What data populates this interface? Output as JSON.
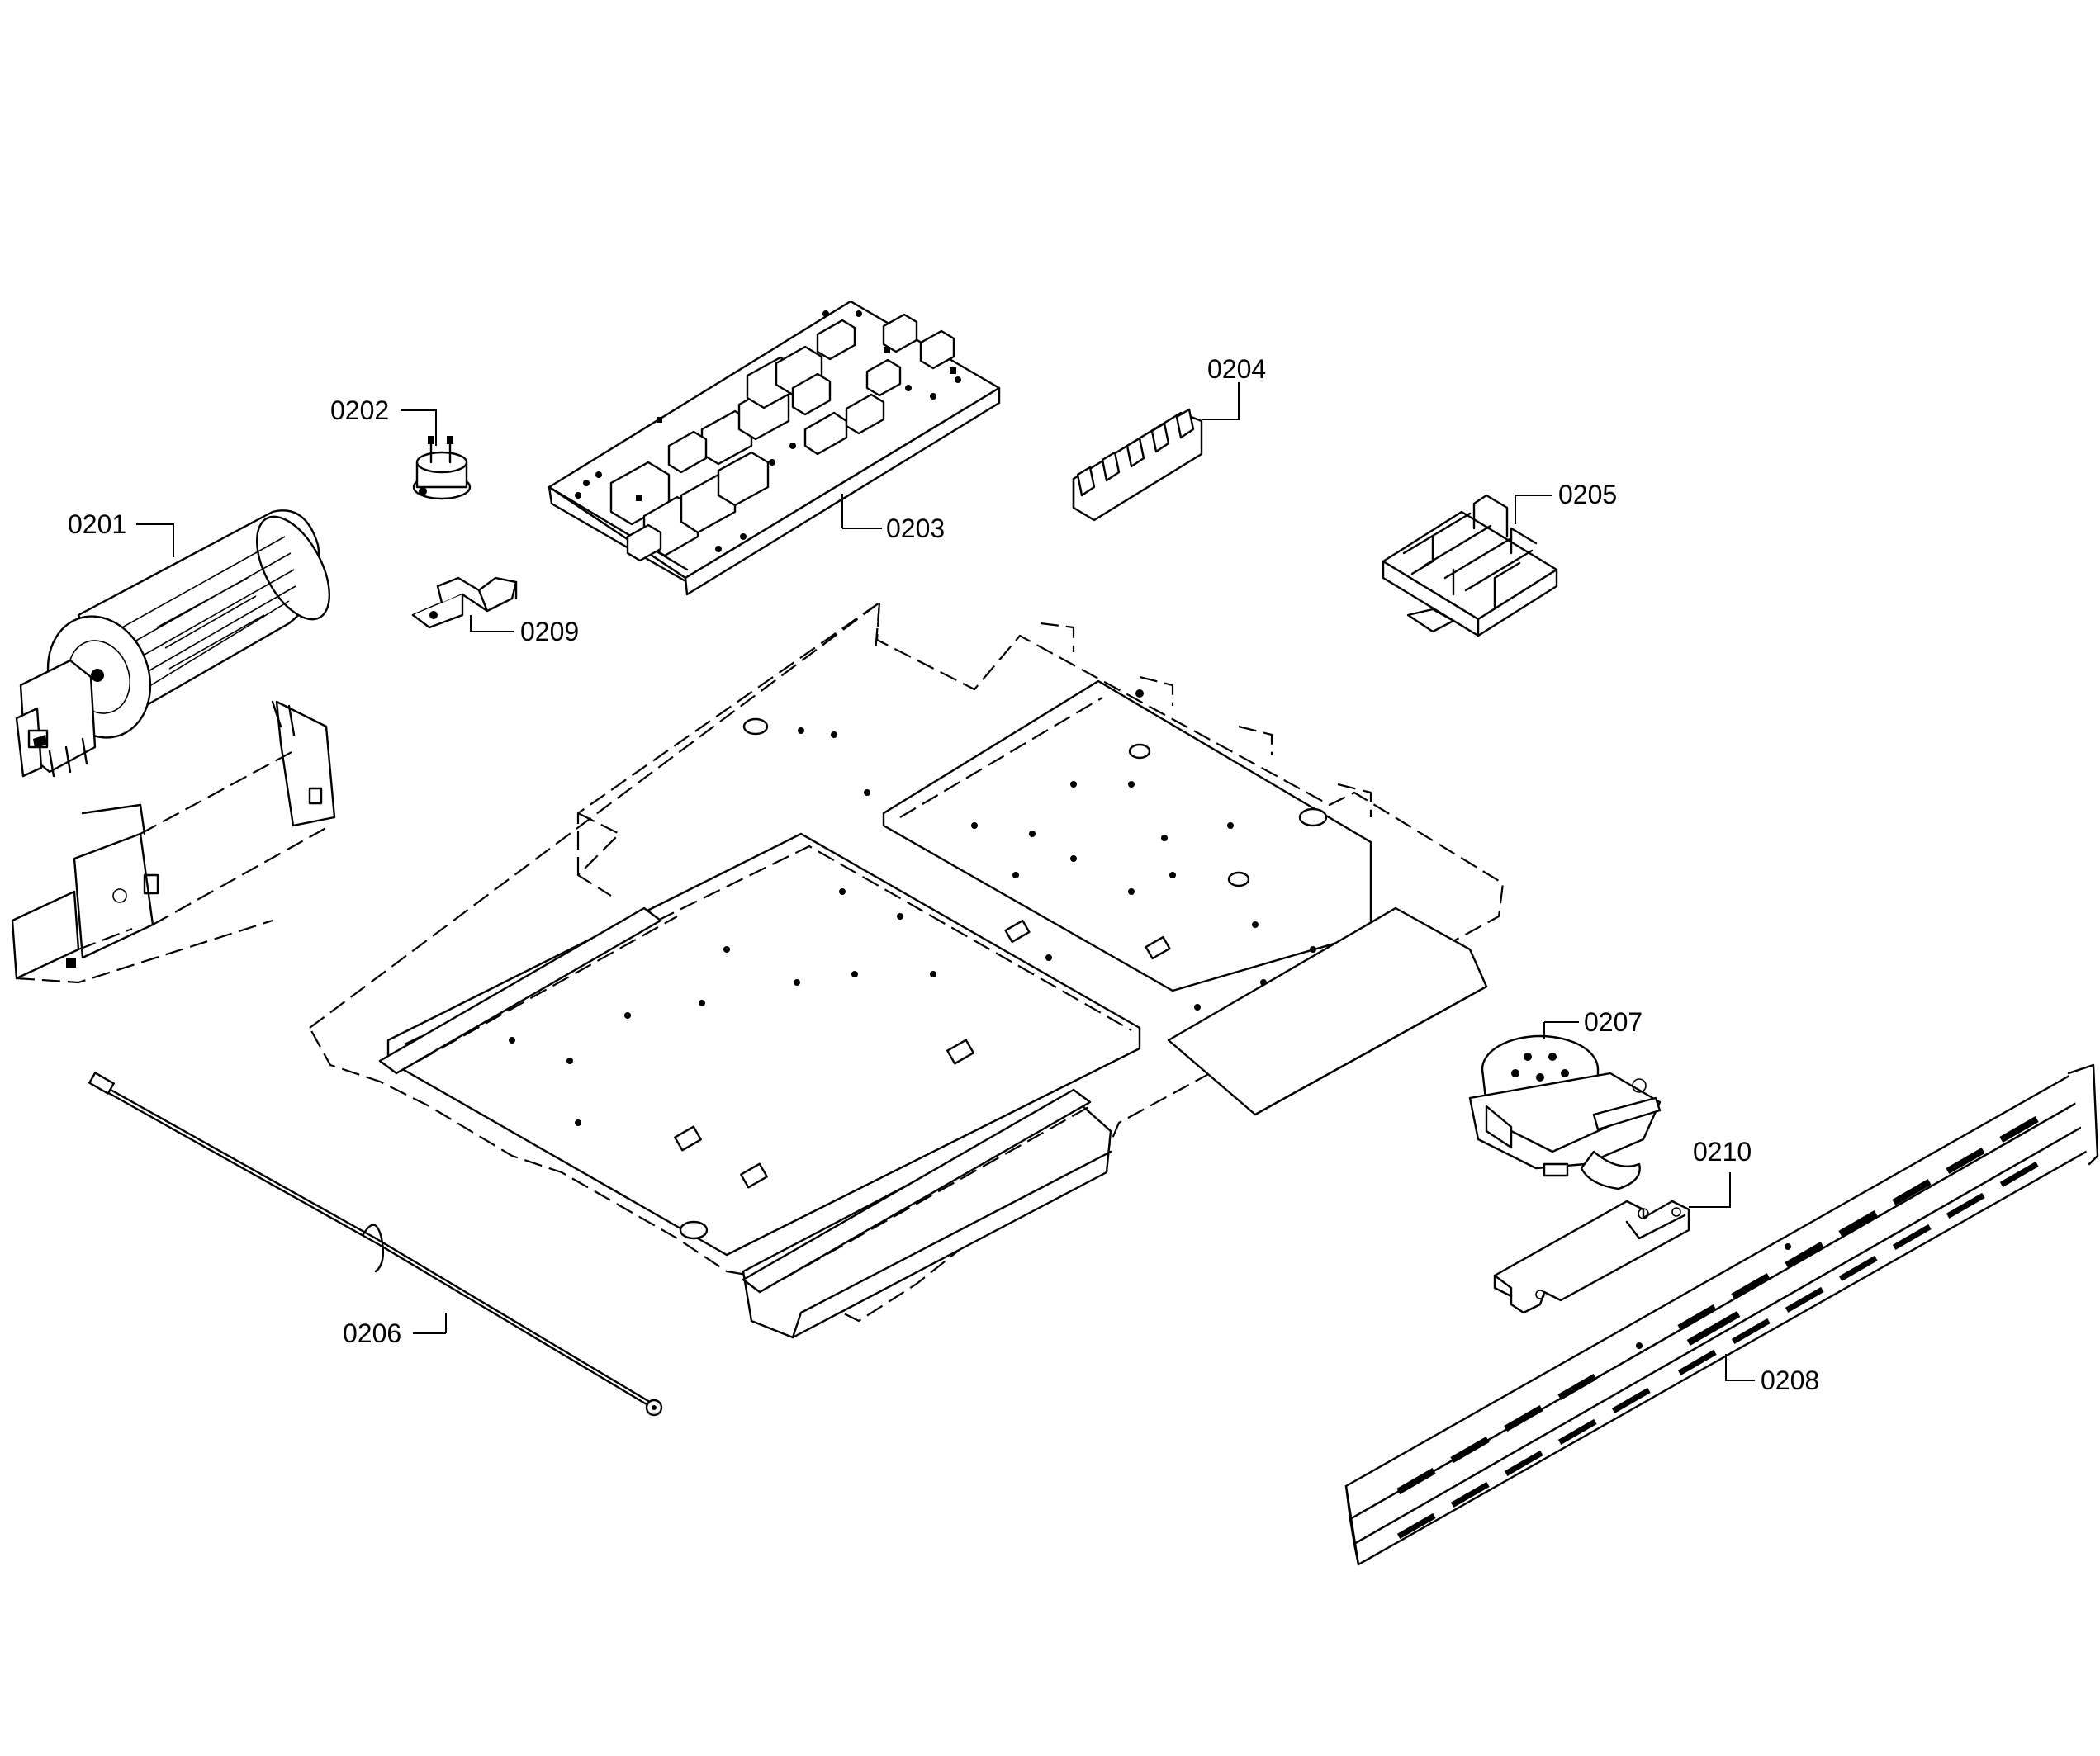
{
  "callouts": {
    "p0201": "0201",
    "p0202": "0202",
    "p0203": "0203",
    "p0204": "0204",
    "p0205": "0205",
    "p0206": "0206",
    "p0207": "0207",
    "p0208": "0208",
    "p0209": "0209",
    "p0210": "0210"
  },
  "colors": {
    "line": "#000000",
    "background": "#ffffff"
  }
}
